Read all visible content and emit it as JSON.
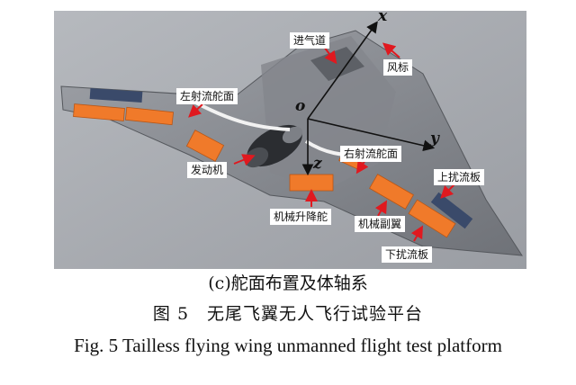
{
  "figure": {
    "axes": {
      "x": "x",
      "y": "y",
      "z": "z",
      "origin": "o"
    },
    "labels": {
      "inlet": "进气道",
      "wind_vane": "风标",
      "left_jet_rudder": "左射流舵面",
      "right_jet_rudder": "右射流舵面",
      "engine": "发动机",
      "upper_spoiler": "上扰流板",
      "mech_elevator": "机械升降舵",
      "mech_aileron": "机械副翼",
      "lower_spoiler": "下扰流板"
    },
    "colors": {
      "surface_orange": "#f07a2a",
      "airframe": "#8a8d93",
      "background": "#a9acb2",
      "arrow": "#e0191f"
    }
  },
  "caption": {
    "sub": "(c)舵面布置及体轴系",
    "cn_title": "图 5　无尾飞翼无人飞行试验平台",
    "en_title": "Fig. 5 Tailless flying wing unmanned flight test platform"
  }
}
